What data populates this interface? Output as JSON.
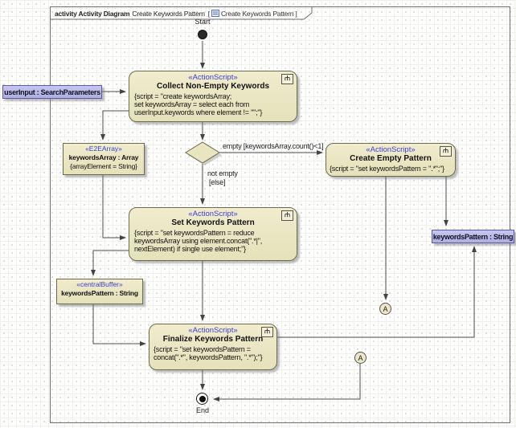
{
  "tab": {
    "bold_text": "activity Activity Diagram",
    "name": "Create Keywords Pattern",
    "bracket_open": "[",
    "bracket_name": "Create Keywords Pattern",
    "bracket_close": "]"
  },
  "nodes": {
    "start_label": "Start",
    "end_label": "End"
  },
  "actions": {
    "collect": {
      "stereotype": "«ActionScript»",
      "name": "Collect Non-Empty Keywords",
      "script": [
        "{script = \"create keywordsArray;",
        "set keywordsArray = select each from",
        "userInput.keywords where element != \"\";\"}"
      ]
    },
    "create_empty": {
      "stereotype": "«ActionScript»",
      "name": "Create Empty Pattern",
      "script": [
        "{script = \"set keywordsPattern = \".*\";\"}"
      ]
    },
    "set_pattern": {
      "stereotype": "«ActionScript»",
      "name": "Set Keywords Pattern",
      "script": [
        "{script = \"set keywordsPattern = reduce",
        "keywordsArray using element.concat(\".*|\",",
        "nextElement) if single use element;\"}"
      ]
    },
    "finalize": {
      "stereotype": "«ActionScript»",
      "name": "Finalize Keywords Pattern",
      "script": [
        "{script = \"set keywordsPattern =",
        "concat(\".*\", keywordsPattern, \".*\");\"}"
      ]
    }
  },
  "objects": {
    "user_input": {
      "name": "userInput : SearchParameters"
    },
    "keywords_array": {
      "stereotype": "«E2EArray»",
      "name": "keywordsArray : Array",
      "detail": "{arrayElement = String}"
    },
    "keywords_pattern_buffer": {
      "stereotype": "«centralBuffer»",
      "name": "keywordsPattern : String"
    },
    "keywords_pattern_pin": {
      "name": "keywordsPattern : String"
    }
  },
  "edges": {
    "empty_guard": "empty [keywordsArray.count()<1]",
    "not_empty": "not empty",
    "else_guard": "[else]"
  },
  "connectors": {
    "a1": "A",
    "a2": "A"
  },
  "colors": {
    "action_fill": "#e8e5c0",
    "action_border": "#6b6b4f",
    "object_pin_fill": "#b9b9e8",
    "object_pin_border": "#5b5b9e",
    "stereotype_text": "#3d3dd0",
    "edge_stroke": "#4d4d4d",
    "grid_dot": "#d6d6cc"
  }
}
